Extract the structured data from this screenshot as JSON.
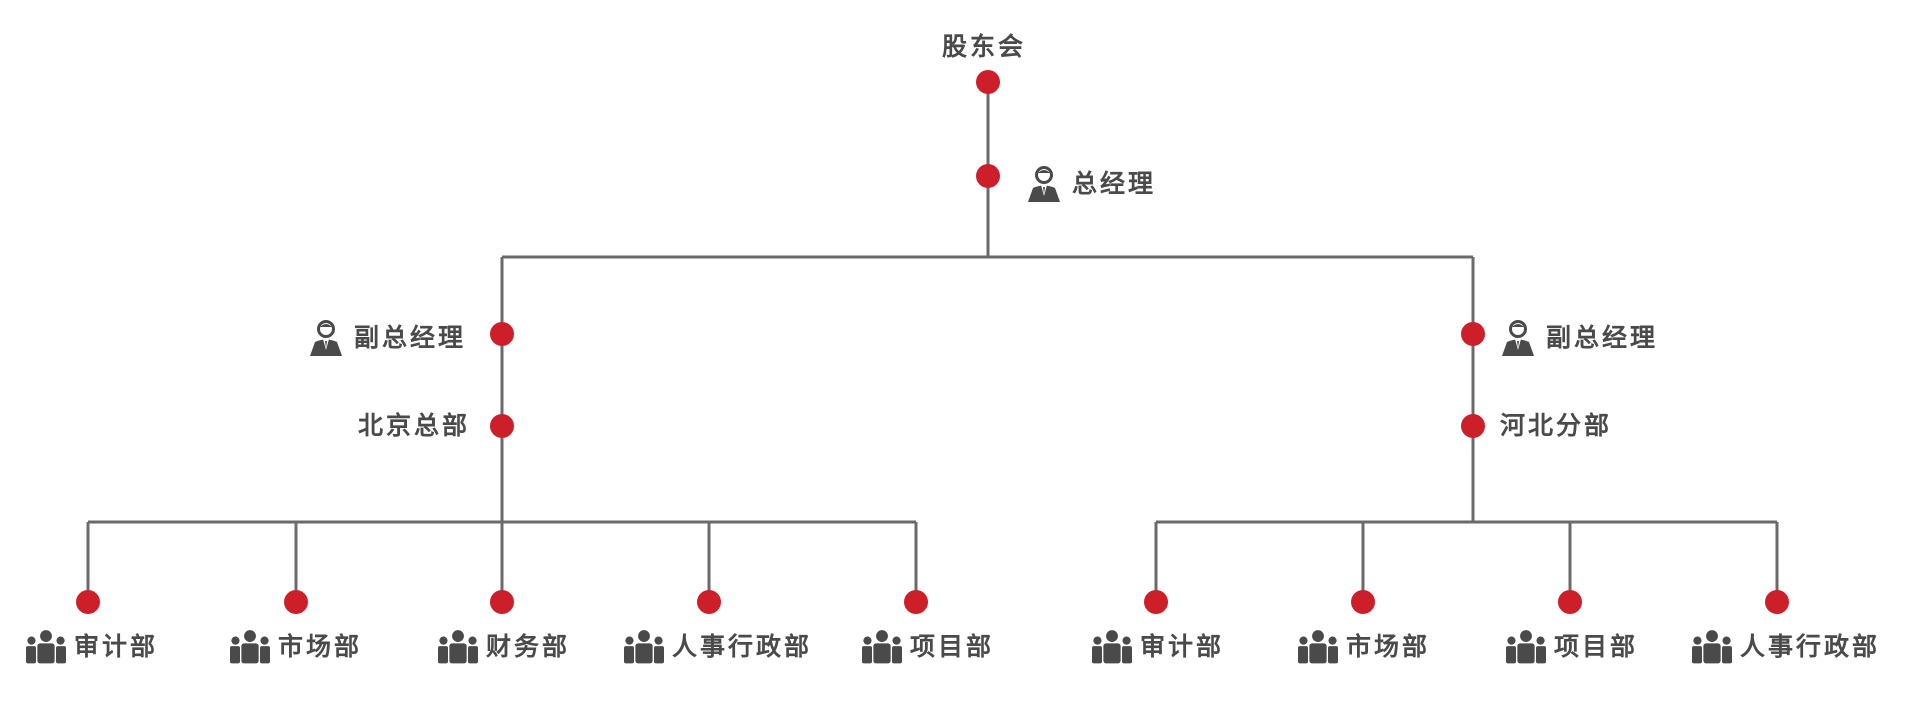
{
  "colors": {
    "line": "#6a6a6a",
    "dot": "#cc1f2a",
    "text": "#4a4a4a"
  },
  "top": {
    "shareholders": "股东会",
    "general_manager": "总经理"
  },
  "left": {
    "deputy": "副总经理",
    "branch": "北京总部",
    "departments": [
      {
        "label": "审计部",
        "icon": "group-icon"
      },
      {
        "label": "市场部",
        "icon": "group-icon"
      },
      {
        "label": "财务部",
        "icon": "group-icon"
      },
      {
        "label": "人事行政部",
        "icon": "group-icon"
      },
      {
        "label": "项目部",
        "icon": "group-icon"
      }
    ]
  },
  "right": {
    "deputy": "副总经理",
    "branch": "河北分部",
    "departments": [
      {
        "label": "审计部",
        "icon": "group-icon"
      },
      {
        "label": "市场部",
        "icon": "group-icon"
      },
      {
        "label": "项目部",
        "icon": "group-icon"
      },
      {
        "label": "人事行政部",
        "icon": "group-icon"
      }
    ]
  }
}
